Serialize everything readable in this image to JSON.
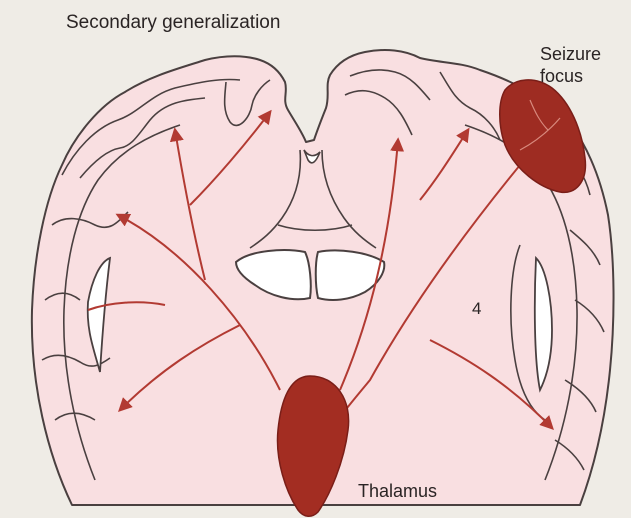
{
  "labels": {
    "title": "Secondary generalization",
    "seizure_line1": "Seizure",
    "seizure_line2": "focus",
    "number_label": "4",
    "thalamus": "Thalamus"
  },
  "colors": {
    "background": "#efece6",
    "tissue_fill": "#f9dfe1",
    "outline": "#4a4040",
    "ventricle": "#ffffff",
    "arrow": "#b23a32",
    "focus": "#9e2c22",
    "thalamus": "#a32d22"
  }
}
